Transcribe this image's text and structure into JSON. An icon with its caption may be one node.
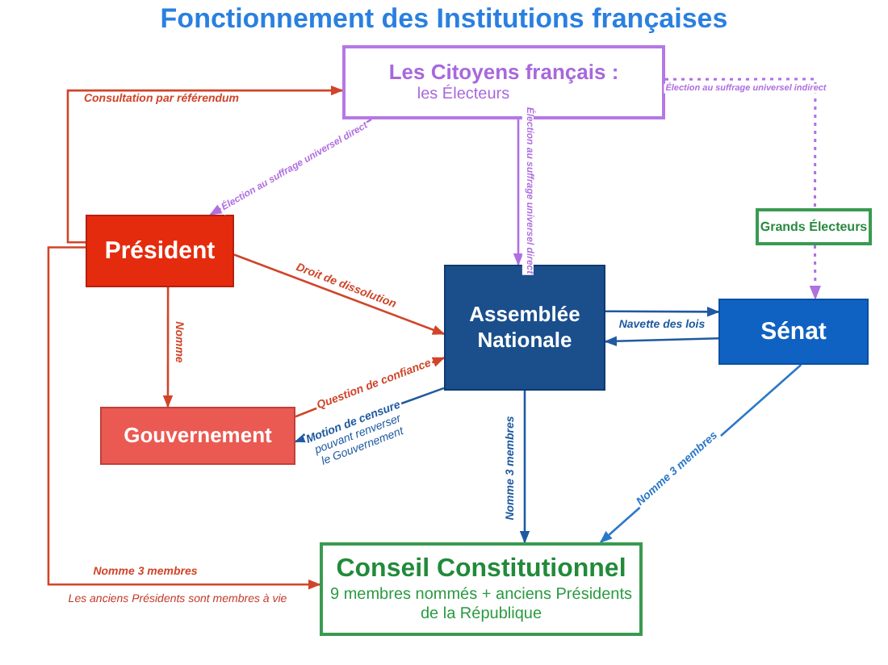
{
  "diagram": {
    "title": "Fonctionnement des Institutions françaises",
    "nodes": [
      {
        "text": [
          "Les Citoyens français :",
          "les Électeurs"
        ]
      },
      {
        "text": [
          "Président"
        ]
      },
      {
        "text": [
          "Gouvernement"
        ]
      },
      {
        "text": [
          "Assemblée Nationale"
        ]
      },
      {
        "text": [
          "Sénat"
        ]
      },
      {
        "text": [
          "Grands Électeurs"
        ]
      },
      {
        "text": [
          "Conseil Constitutionnel",
          "9 membres nommés + anciens Présidents de la République"
        ]
      }
    ],
    "edges": [
      {
        "from": 1,
        "to": 0,
        "arrow": "to",
        "label": "Consultation par référendum",
        "color": "#d0452a"
      },
      {
        "from": 0,
        "to": 1,
        "arrow": "to",
        "label": "Élection au suffrage universel direct",
        "color": "#b070e0"
      },
      {
        "from": 0,
        "to": 3,
        "arrow": "to",
        "label": "Élection au suffrage universel direct",
        "color": "#b070e0"
      },
      {
        "from": 0,
        "to": 5,
        "arrow": "none",
        "label": "Élection au suffrage universel indirect",
        "style": "dashed",
        "color": "#b070e0"
      },
      {
        "from": 5,
        "to": 4,
        "arrow": "to",
        "style": "dashed",
        "color": "#b070e0"
      },
      {
        "from": 1,
        "to": 3,
        "arrow": "to",
        "label": "Droit de dissolution",
        "color": "#d0452a"
      },
      {
        "from": 1,
        "to": 2,
        "arrow": "to",
        "label": "Nomme",
        "color": "#d0452a"
      },
      {
        "from": 2,
        "to": 3,
        "arrow": "to",
        "label": "Question de confiance",
        "color": "#d0452a"
      },
      {
        "from": 3,
        "to": 2,
        "arrow": "to",
        "label": "**Motion de censure** pouvant renverser le Gouvernement",
        "color": "#1f5aa0"
      },
      {
        "from": 3,
        "to": 4,
        "arrow": "to",
        "color": "#1f5aa0"
      },
      {
        "from": 4,
        "to": 3,
        "arrow": "to",
        "label": "Navette des lois",
        "color": "#1f5aa0"
      },
      {
        "from": 3,
        "to": 6,
        "arrow": "to",
        "label": "Nomme 3 membres",
        "color": "#1f5aa0"
      },
      {
        "from": 4,
        "to": 6,
        "arrow": "to",
        "label": "Nomme 3 membres",
        "color": "#2a78c8"
      },
      {
        "from": 1,
        "to": 6,
        "arrow": "to",
        "label": "Nomme 3 membres",
        "color": "#d0452a"
      }
    ],
    "labels": [
      "Les anciens Présidents sont membres à vie"
    ]
  }
}
